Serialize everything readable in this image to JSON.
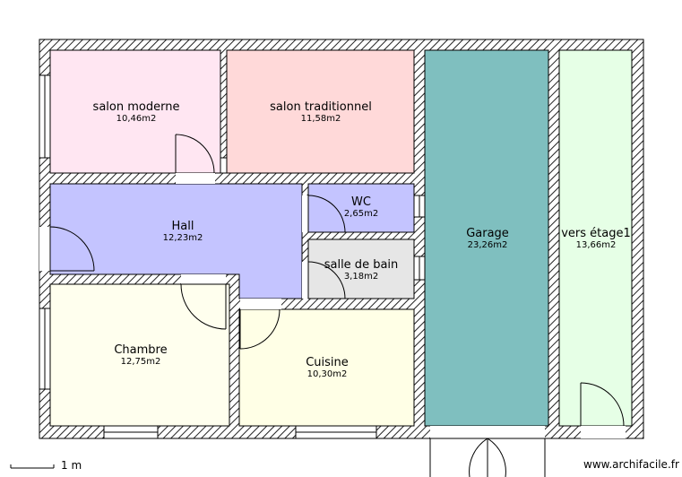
{
  "rooms": {
    "salon_moderne": {
      "name": "salon moderne",
      "area": "10,46m2",
      "color": "#ffe6f2"
    },
    "salon_traditionnel": {
      "name": "salon traditionnel",
      "area": "11,58m2",
      "color": "#ffd9d9"
    },
    "hall": {
      "name": "Hall",
      "area": "12,23m2",
      "color": "#c4c4ff"
    },
    "wc": {
      "name": "WC",
      "area": "2,65m2",
      "color": "#c4c4ff"
    },
    "salle_de_bain": {
      "name": "salle de bain",
      "area": "3,18m2",
      "color": "#e6e6e6"
    },
    "chambre": {
      "name": "Chambre",
      "area": "12,75m2",
      "color": "#ffffee"
    },
    "cuisine": {
      "name": "Cuisine",
      "area": "10,30m2",
      "color": "#ffffe6"
    },
    "garage": {
      "name": "Garage",
      "area": "23,26m2",
      "color": "#7fbfbf"
    },
    "vers_etage1": {
      "name": "vers étage1",
      "area": "13,66m2",
      "color": "#e6ffe6"
    }
  },
  "scale": {
    "label": "1 m"
  },
  "watermark": {
    "text": "www.archifacile.fr"
  }
}
